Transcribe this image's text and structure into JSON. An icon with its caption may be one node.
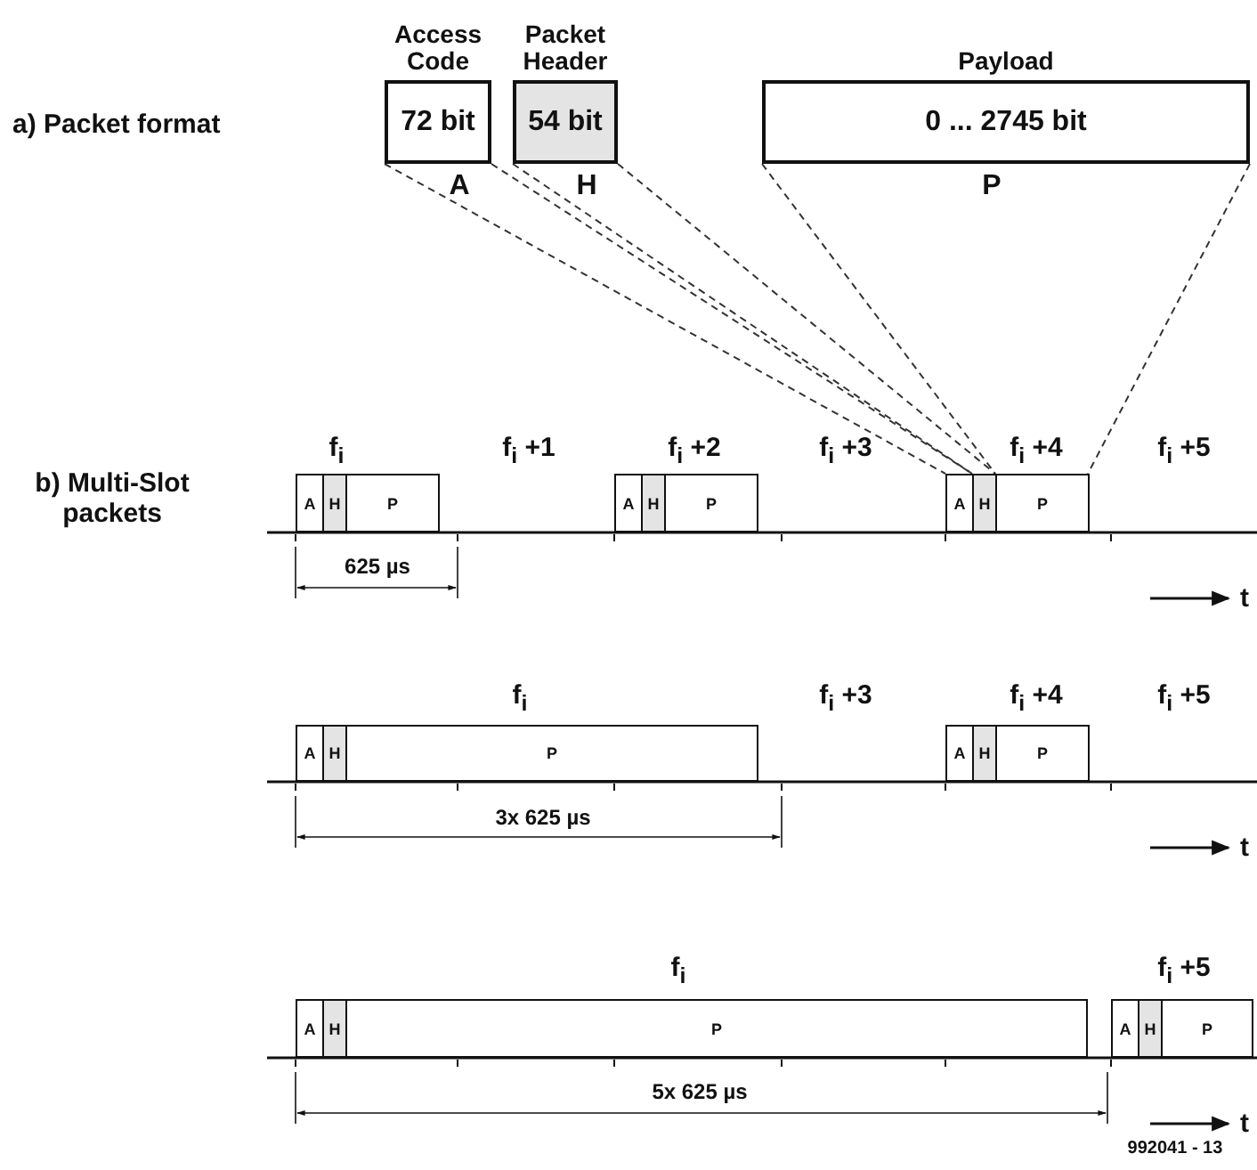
{
  "diagram": {
    "nodes": [
      {
        "text": [
          "Access Code",
          "72 bit"
        ],
        "beside": [
          "A"
        ]
      },
      {
        "text": [
          "Packet Header",
          "54 bit"
        ],
        "beside": [
          "H"
        ]
      },
      {
        "text": [
          "Payload",
          "0 ... 2745 bit"
        ],
        "beside": [
          "P"
        ]
      },
      {
        "text": [
          "A"
        ]
      },
      {
        "text": [
          "H"
        ]
      },
      {
        "text": [
          "P"
        ]
      },
      {
        "text": [
          "A"
        ]
      },
      {
        "text": [
          "H"
        ]
      },
      {
        "text": [
          "P"
        ]
      },
      {
        "text": [
          "A"
        ]
      },
      {
        "text": [
          "H"
        ]
      },
      {
        "text": [
          "P"
        ]
      },
      {
        "text": [
          "A"
        ]
      },
      {
        "text": [
          "H"
        ]
      },
      {
        "text": [
          "P"
        ]
      },
      {
        "text": [
          "A"
        ]
      },
      {
        "text": [
          "H"
        ]
      },
      {
        "text": [
          "P"
        ]
      },
      {
        "text": [
          "A"
        ]
      },
      {
        "text": [
          "H"
        ]
      },
      {
        "text": [
          "P"
        ]
      },
      {
        "text": [
          "A"
        ]
      },
      {
        "text": [
          "H"
        ]
      },
      {
        "text": [
          "P"
        ]
      }
    ],
    "edges": [
      {
        "from": 0,
        "to": 9,
        "arrow": "none",
        "style": "dashed"
      },
      {
        "from": 0,
        "to": 9,
        "arrow": "none",
        "style": "dashed"
      },
      {
        "from": 1,
        "to": 10,
        "arrow": "none",
        "style": "dashed"
      },
      {
        "from": 1,
        "to": 10,
        "arrow": "none",
        "style": "dashed"
      },
      {
        "from": 2,
        "to": 11,
        "arrow": "none",
        "style": "dashed"
      },
      {
        "from": 2,
        "to": 11,
        "arrow": "none",
        "style": "dashed"
      }
    ],
    "labels": [
      "a) Packet format",
      "b) Multi-Slot packets",
      "f$_{i}$",
      "f$_{i}$ +1",
      "f$_{i}$ +2",
      "f$_{i}$ +3",
      "f$_{i}$ +4",
      "f$_{i}$ +5",
      "625 µs",
      "t",
      "f$_{i}$",
      "f$_{i}$ +3",
      "f$_{i}$ +4",
      "f$_{i}$ +5",
      "3x 625 µs",
      "t",
      "f$_{i}$",
      "f$_{i}$ +5",
      "5x 625 µs",
      "t",
      "992041 - 13"
    ]
  }
}
